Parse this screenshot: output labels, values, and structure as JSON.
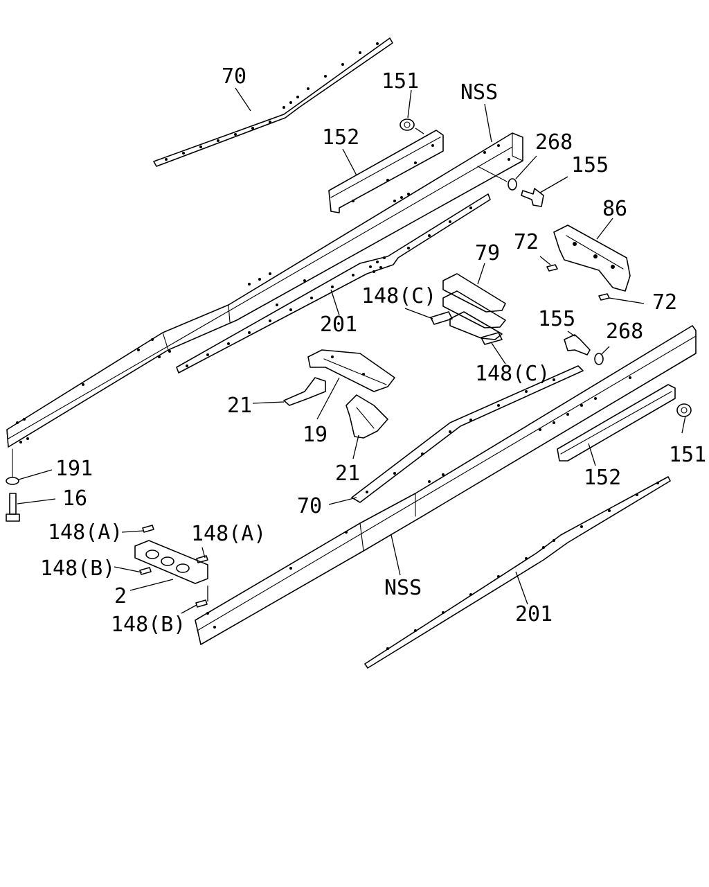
{
  "diagram": {
    "labels": {
      "l70_top": "70",
      "l151_top": "151",
      "lNSS_top": "NSS",
      "l152_top": "152",
      "l268_top": "268",
      "l155_top": "155",
      "l86": "86",
      "l72_a": "72",
      "l79": "79",
      "l72_b": "72",
      "l148c_a": "148(C)",
      "l201_top": "201",
      "l155_mid": "155",
      "l268_mid": "268",
      "l148c_b": "148(C)",
      "l21_a": "21",
      "l19": "19",
      "l151_bot": "151",
      "l191": "191",
      "l21_b": "21",
      "l152_bot": "152",
      "l16": "16",
      "l70_bot": "70",
      "l148a_l": "148(A)",
      "l148a_r": "148(A)",
      "l148b_l": "148(B)",
      "lNSS_bot": "NSS",
      "l2": "2",
      "l201_bot": "201",
      "l148b_b": "148(B)"
    }
  }
}
